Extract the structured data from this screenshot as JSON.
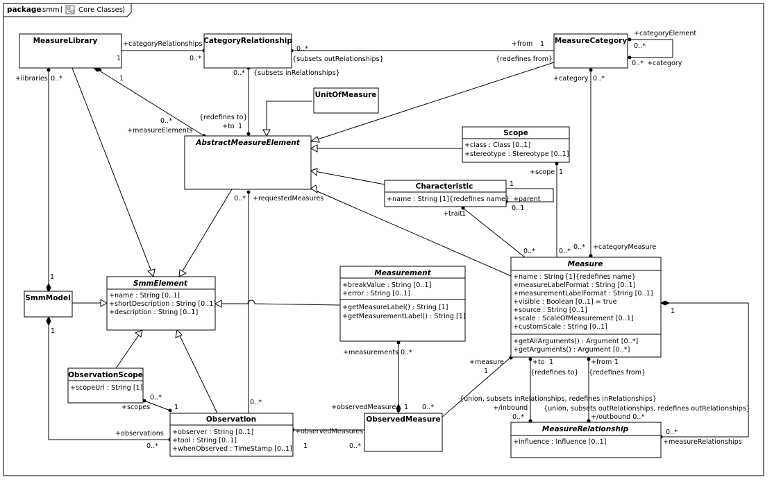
{
  "frame": {
    "keyword": "package",
    "name": "smm",
    "diagram_name": "Core Classes",
    "diagram_icon": "class-diagram-icon"
  },
  "classes": [
    {
      "id": "measure-library",
      "name": "MeasureLibrary",
      "abstract": false,
      "attributes": [],
      "operations": []
    },
    {
      "id": "category-relationship",
      "name": "CategoryRelationship",
      "abstract": false,
      "attributes": [],
      "operations": []
    },
    {
      "id": "measure-category",
      "name": "MeasureCategory",
      "abstract": false,
      "attributes": [],
      "operations": []
    },
    {
      "id": "unit-of-measure",
      "name": "UnitOfMeasure",
      "abstract": false,
      "attributes": [],
      "operations": []
    },
    {
      "id": "abstract-measure-element",
      "name": "AbstractMeasureElement",
      "abstract": true,
      "attributes": [],
      "operations": []
    },
    {
      "id": "scope",
      "name": "Scope",
      "abstract": false,
      "attributes": [
        "+class : Class [0..1]",
        "+stereotype : Stereotype [0..1]"
      ],
      "operations": []
    },
    {
      "id": "characteristic",
      "name": "Characteristic",
      "abstract": false,
      "attributes": [
        "+name : String [1]{redefines name}"
      ],
      "operations": []
    },
    {
      "id": "smm-model",
      "name": "SmmModel",
      "abstract": false,
      "attributes": [],
      "operations": []
    },
    {
      "id": "smm-element",
      "name": "SmmElement",
      "abstract": true,
      "attributes": [
        "+name : String [0..1]",
        "+shortDescription : String [0..1]",
        "+description : String [0..1]"
      ],
      "operations": []
    },
    {
      "id": "measurement",
      "name": "Measurement",
      "abstract": true,
      "attributes": [
        "+breakValue : String [0..1]",
        "+error : String [0..1]"
      ],
      "operations": [
        "+getMeasureLabel() : String [1]",
        "+getMeasurementLabel() : String [1]"
      ]
    },
    {
      "id": "measure",
      "name": "Measure",
      "abstract": true,
      "attributes": [
        "+name : String [1]{redefines name}",
        "+measureLabelFormat : String [0..1]",
        "+measurementLabelFormat : String [0..1]",
        "+visible : Boolean [0..1] = true",
        "+source : String [0..1]",
        "+scale : ScaleOfMeasurement [0..1]",
        "+customScale : String [0..1]"
      ],
      "operations": [
        "+getAllArguments() : Argument [0..*]",
        "+getArguments() : Argument [0..*]"
      ]
    },
    {
      "id": "observation-scope",
      "name": "ObservationScope",
      "abstract": false,
      "attributes": [
        "+scopeUri : String [1]"
      ],
      "operations": []
    },
    {
      "id": "observation",
      "name": "Observation",
      "abstract": false,
      "attributes": [
        "+observer : String [0..1]",
        "+tool : String [0..1]",
        "+whenObserved : TimeStamp [0..1]"
      ],
      "operations": []
    },
    {
      "id": "observed-measure",
      "name": "ObservedMeasure",
      "abstract": false,
      "attributes": [],
      "operations": []
    },
    {
      "id": "measure-relationship",
      "name": "MeasureRelationship",
      "abstract": true,
      "attributes": [
        "+influence : Influence [0..1]"
      ],
      "operations": []
    }
  ],
  "labels": [
    {
      "id": "lib-catrel-role",
      "text": "+categoryRelationships"
    },
    {
      "id": "lib-catrel-mult-lib",
      "text": "1"
    },
    {
      "id": "lib-catrel-mult-rel",
      "text": "0..*"
    },
    {
      "id": "catrel-from-mult-rel",
      "text": "0..*"
    },
    {
      "id": "catrel-subsets-out",
      "text": "{subsets outRelationships}"
    },
    {
      "id": "catrel-from-role",
      "text": "+from"
    },
    {
      "id": "catrel-from-mult-cat",
      "text": "1"
    },
    {
      "id": "catrel-redefines-from",
      "text": "{redefines from}"
    },
    {
      "id": "cat-self-role-element",
      "text": "+categoryElement"
    },
    {
      "id": "cat-self-mult-a",
      "text": "0..*"
    },
    {
      "id": "cat-self-mult-b",
      "text": "0..*"
    },
    {
      "id": "cat-self-role-category",
      "text": "+category"
    },
    {
      "id": "catrel-to-mult-rel",
      "text": "0..*"
    },
    {
      "id": "catrel-subsets-in",
      "text": "{subsets inRelationships}"
    },
    {
      "id": "catrel-redefines-to",
      "text": "{redefines to}"
    },
    {
      "id": "catrel-to-role",
      "text": "+to"
    },
    {
      "id": "catrel-to-mult",
      "text": "1"
    },
    {
      "id": "lib-libraries-role",
      "text": "+libraries"
    },
    {
      "id": "lib-libraries-mult",
      "text": "0..*"
    },
    {
      "id": "lib-elements-mult-lib",
      "text": "1"
    },
    {
      "id": "lib-elements-mult-elem",
      "text": "0..*"
    },
    {
      "id": "lib-elements-role",
      "text": "+measureElements"
    },
    {
      "id": "cat-measure-role-category",
      "text": "+category"
    },
    {
      "id": "cat-measure-mult-category",
      "text": "0..*"
    },
    {
      "id": "scope-measure-role",
      "text": "+scope"
    },
    {
      "id": "scope-measure-mult",
      "text": "1"
    },
    {
      "id": "char-self-mult-1",
      "text": "1"
    },
    {
      "id": "char-self-role-parent",
      "text": "+parent"
    },
    {
      "id": "char-self-mult-01",
      "text": "0..1"
    },
    {
      "id": "char-trait-role",
      "text": "+trait"
    },
    {
      "id": "char-trait-mult",
      "text": "1"
    },
    {
      "id": "char-trait-mult-measure",
      "text": "0..*"
    },
    {
      "id": "scope-mult-measure",
      "text": "0..*"
    },
    {
      "id": "cat-measure-mult-measure",
      "text": "0..*"
    },
    {
      "id": "cat-measure-role-measure",
      "text": "+categoryMeasure"
    },
    {
      "id": "obs-requested-mult",
      "text": "0..*"
    },
    {
      "id": "obs-requested-role",
      "text": "+requestedMeasures"
    },
    {
      "id": "model-lib-mult",
      "text": "1"
    },
    {
      "id": "model-obs-mult",
      "text": "1"
    },
    {
      "id": "measurement-obsmeas-role",
      "text": "+measurements"
    },
    {
      "id": "measurement-obsmeas-mult",
      "text": "0..*"
    },
    {
      "id": "measure-obsmeas-role",
      "text": "+measure"
    },
    {
      "id": "measure-obsmeas-mult",
      "text": "1"
    },
    {
      "id": "measure-to-role",
      "text": "+to"
    },
    {
      "id": "measure-to-mult",
      "text": "1"
    },
    {
      "id": "measure-from-role",
      "text": "+from"
    },
    {
      "id": "measure-from-mult",
      "text": "1"
    },
    {
      "id": "measure-redefines-to",
      "text": "{redefines to}"
    },
    {
      "id": "measure-redefines-from",
      "text": "{redefines from}"
    },
    {
      "id": "measure-union-in",
      "text": "{union, subsets inRelationships, redefines inRelationships}"
    },
    {
      "id": "measure-union-out",
      "text": "{union, subsets outRelationships, redefines outRelationships}"
    },
    {
      "id": "measure-inbound-role",
      "text": "+/inbound"
    },
    {
      "id": "measure-inbound-mult",
      "text": "0..*"
    },
    {
      "id": "measure-outbound-role",
      "text": "+/outbound 0..*"
    },
    {
      "id": "measure-relset-mult-1",
      "text": "1"
    },
    {
      "id": "measure-relset-mult",
      "text": "0..*"
    },
    {
      "id": "measure-relset-role",
      "text": "+measureRelationships"
    },
    {
      "id": "obsscope-mult",
      "text": "0..*"
    },
    {
      "id": "obsscope-role",
      "text": "+scopes"
    },
    {
      "id": "obsscope-mult-obs",
      "text": "1"
    },
    {
      "id": "obs-requested-mult-obs",
      "text": "0..*"
    },
    {
      "id": "obs-observations-role",
      "text": "+observations"
    },
    {
      "id": "obs-observations-mult",
      "text": "0..*"
    },
    {
      "id": "obs-obsmeas-role",
      "text": "+observedMeasures"
    },
    {
      "id": "obs-obsmeas-mult-1",
      "text": "1"
    },
    {
      "id": "obs-obsmeas-mult",
      "text": "0..*"
    },
    {
      "id": "obsmeas-role",
      "text": "+observedMeasure"
    },
    {
      "id": "obsmeas-mult-1",
      "text": "1"
    },
    {
      "id": "obsmeas-mult-measure",
      "text": "0..*"
    }
  ]
}
